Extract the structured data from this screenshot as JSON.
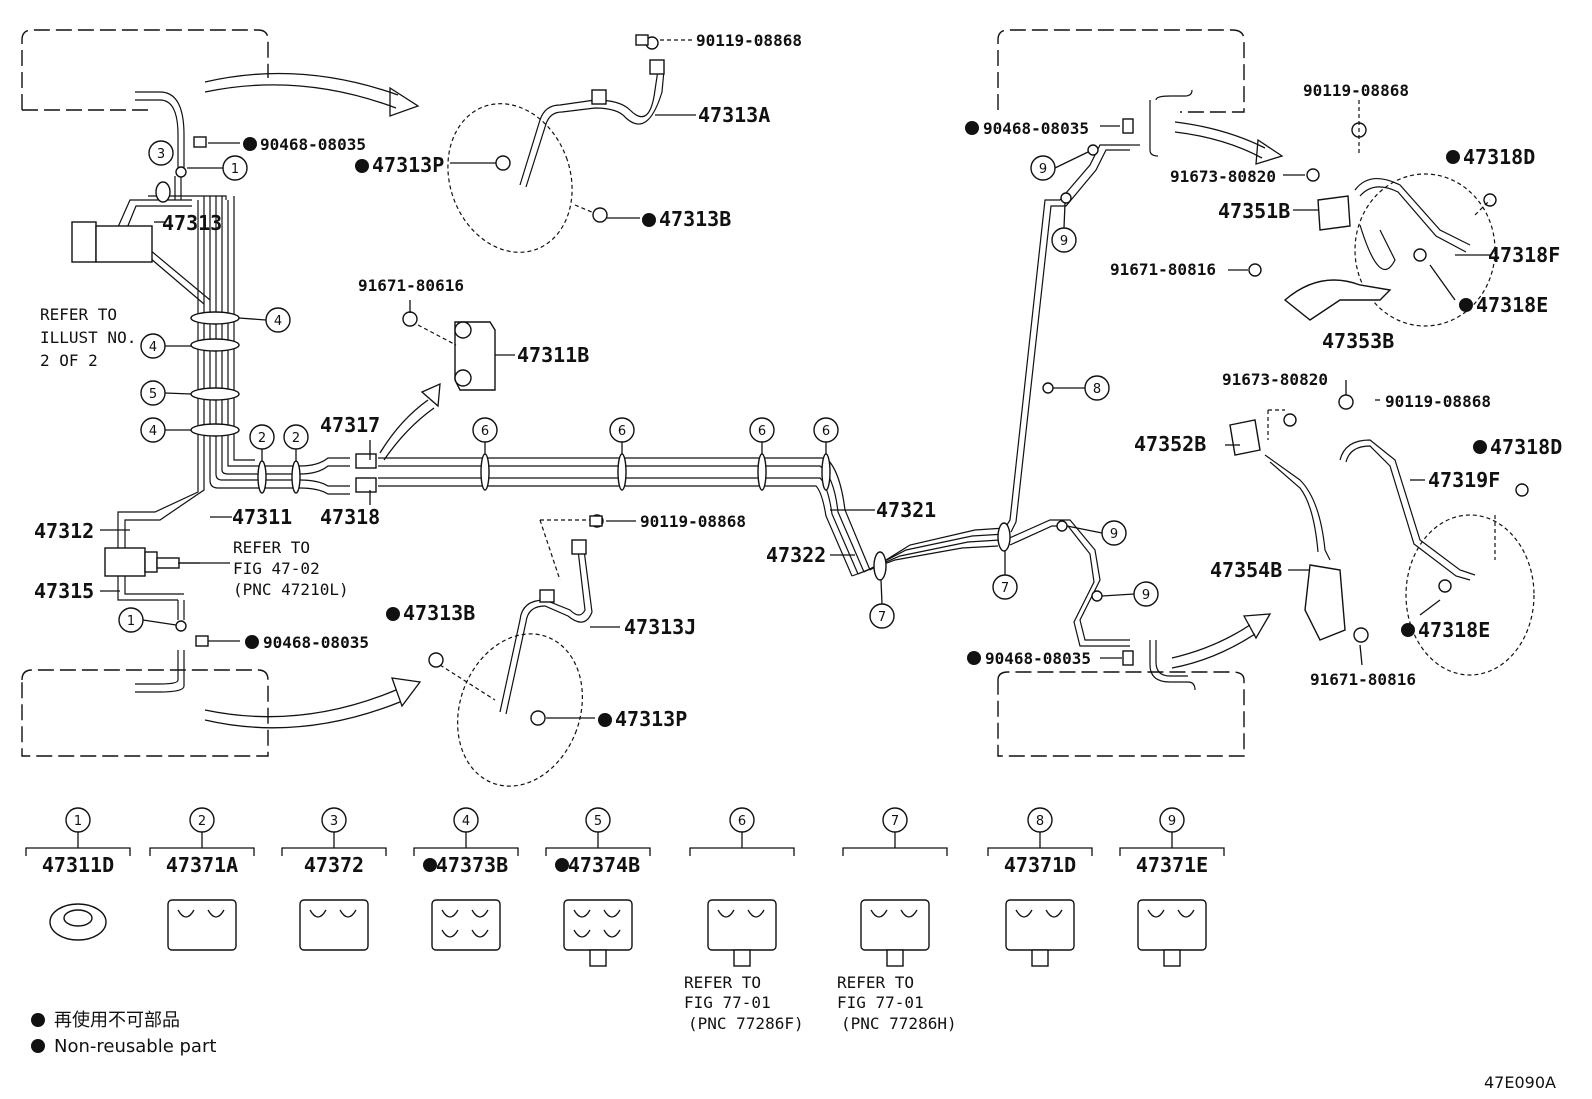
{
  "figure_code": "47E090A",
  "legend": {
    "line1": "再使用不可部品",
    "line2": "Non-reusable part"
  },
  "parts": {
    "p_47313A": "47313A",
    "p_47313P_top": "47313P",
    "p_47313B_top": "47313B",
    "p_90119_top": "90119-08868",
    "p_90468_tl": "90468-08035",
    "p_47313": "47313",
    "p_47311B": "47311B",
    "p_91671_80616": "91671-80616",
    "p_47317": "47317",
    "p_47318": "47318",
    "p_47311": "47311",
    "p_47312": "47312",
    "p_47315": "47315",
    "p_90468_bl": "90468-08035",
    "p_47313B_bot": "47313B",
    "p_47313J": "47313J",
    "p_90119_mid": "90119-08868",
    "p_47313P_bot": "47313P",
    "p_47321": "47321",
    "p_47322": "47322",
    "p_90468_tr": "90468-08035",
    "p_90468_br": "90468-08035",
    "p_90119_tr": "90119-08868",
    "p_91673_tr": "91673-80820",
    "p_47351B": "47351B",
    "p_91671_tr": "91671-80816",
    "p_47353B": "47353B",
    "p_47318D_top": "47318D",
    "p_47318F": "47318F",
    "p_47318E_top": "47318E",
    "p_91673_br": "91673-80820",
    "p_90119_br": "90119-08868",
    "p_47352B": "47352B",
    "p_47318D_bot": "47318D",
    "p_47319F": "47319F",
    "p_47354B": "47354B",
    "p_47318E_bot": "47318E",
    "p_91671_br": "91671-80816"
  },
  "refs": {
    "refer_illust_1": "REFER TO",
    "refer_illust_2": "ILLUST NO.",
    "refer_illust_3": "2 OF 2",
    "refer_fig_1": "REFER TO",
    "refer_fig_2": "FIG 47-02",
    "refer_fig_3": "(PNC 47210L)"
  },
  "clamps": [
    {
      "num": "1",
      "part": "47311D",
      "non_reusable": false
    },
    {
      "num": "2",
      "part": "47371A",
      "non_reusable": false
    },
    {
      "num": "3",
      "part": "47372",
      "non_reusable": false
    },
    {
      "num": "4",
      "part": "47373B",
      "non_reusable": true
    },
    {
      "num": "5",
      "part": "47374B",
      "non_reusable": true
    },
    {
      "num": "6",
      "part": "",
      "non_reusable": false,
      "ref1": "REFER TO",
      "ref2": "FIG 77-01",
      "ref3": "(PNC 77286F)"
    },
    {
      "num": "7",
      "part": "",
      "non_reusable": false,
      "ref1": "REFER TO",
      "ref2": "FIG 77-01",
      "ref3": "(PNC 77286H)"
    },
    {
      "num": "8",
      "part": "47371D",
      "non_reusable": false
    },
    {
      "num": "9",
      "part": "47371E",
      "non_reusable": false
    }
  ]
}
